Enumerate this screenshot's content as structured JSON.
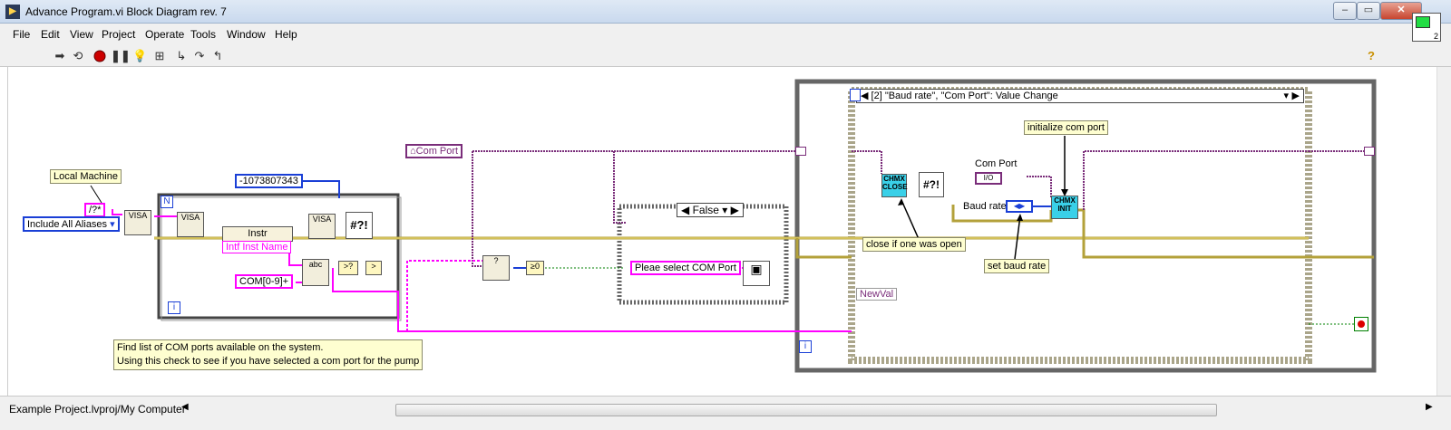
{
  "window": {
    "title": "Advance Program.vi Block Diagram rev. 7",
    "app_icon": "labview-vi-icon",
    "controls": [
      "minimize-icon",
      "maximize-icon",
      "close-icon"
    ]
  },
  "menu": [
    "File",
    "Edit",
    "View",
    "Project",
    "Operate",
    "Tools",
    "Window",
    "Help"
  ],
  "toolbar": {
    "buttons": [
      "run-arrow-icon",
      "run-continuously-icon",
      "abort-icon",
      "pause-icon",
      "highlight-execution-icon",
      "retain-wire-values-icon",
      "step-into-icon",
      "step-over-icon",
      "step-out-icon"
    ],
    "help": "?",
    "vi_icon_count": "2"
  },
  "diagram": {
    "local_machine_label": "Local Machine",
    "resource_pattern": "/?*",
    "alias_mode": "Include All Aliases",
    "error_code": "-1073807343",
    "for_loop_count": "N",
    "iteration_terminal": "i",
    "instr_label": "Instr",
    "intf_inst_name": "Intf Inst Name",
    "regex": "COM[0-9]+",
    "com_port_local": "Com Port",
    "case_selector": "False",
    "case_message": "Pleae select COM Port",
    "comment_line1": "Find list of COM ports available on the system.",
    "comment_line2": "Using this check to see if you have selected a com port for the pump",
    "event_case": "[2] \"Baud rate\", \"Com Port\": Value Change",
    "com_port_label": "Com Port",
    "baud_rate_label": "Baud rate",
    "newval_label": "NewVal",
    "note_close": "close if one was open",
    "note_init": "initialize com port",
    "note_baud": "set baud rate",
    "close_vi_label": "CLOSE",
    "init_vi_label": "INIT",
    "chmx_label": "CHMX",
    "visa_label": "VISA",
    "while_iteration": "i",
    "wire_colors": {
      "visa": "#7a2d7a",
      "error": "#bfae3a",
      "string": "#ff00ff",
      "numeric_int": "#1a3fd6",
      "boolean": "#008000"
    }
  },
  "status": {
    "project_path": "Example Project.lvproj/My Computer"
  }
}
